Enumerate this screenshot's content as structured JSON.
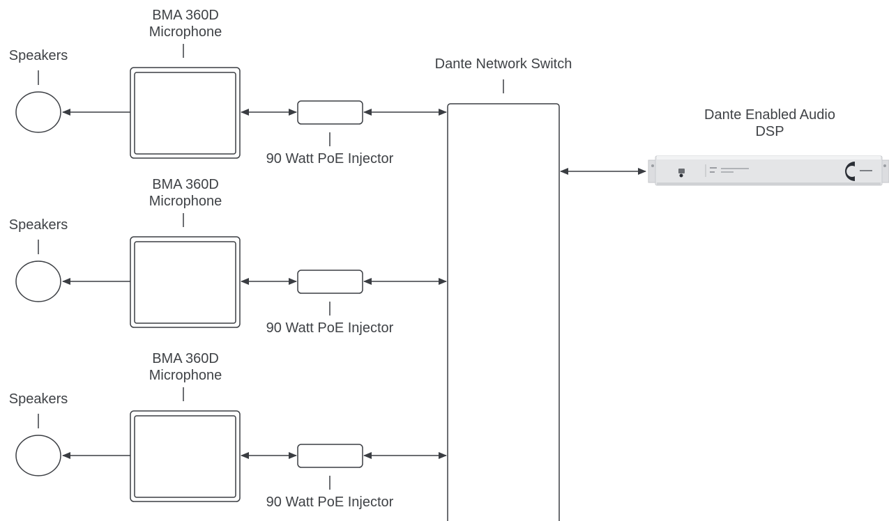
{
  "colors": {
    "line": "#3a3d42",
    "text": "#3f4246",
    "background": "#ffffff",
    "dsp_chassis": "#e4e5e7",
    "dsp_logo": "#2b2f36"
  },
  "labels": {
    "speakers": "Speakers",
    "mic_line1": "BMA 360D",
    "mic_line2": "Microphone",
    "poe": "90 Watt PoE Injector",
    "switch": "Dante Network Switch",
    "dsp_line1": "Dante Enabled Audio",
    "dsp_line2": "DSP"
  },
  "rows": [
    {
      "speakers": "Speakers",
      "mic_line1": "BMA 360D",
      "mic_line2": "Microphone",
      "poe": "90 Watt PoE Injector"
    },
    {
      "speakers": "Speakers",
      "mic_line1": "BMA 360D",
      "mic_line2": "Microphone",
      "poe": "90 Watt PoE Injector"
    },
    {
      "speakers": "Speakers",
      "mic_line1": "BMA 360D",
      "mic_line2": "Microphone",
      "poe": "90 Watt PoE Injector"
    }
  ],
  "icons": {
    "speaker": "speaker-circle-icon",
    "microphone": "ceiling-microphone-icon",
    "poe": "poe-injector-icon",
    "dsp": "rack-dsp-icon"
  }
}
